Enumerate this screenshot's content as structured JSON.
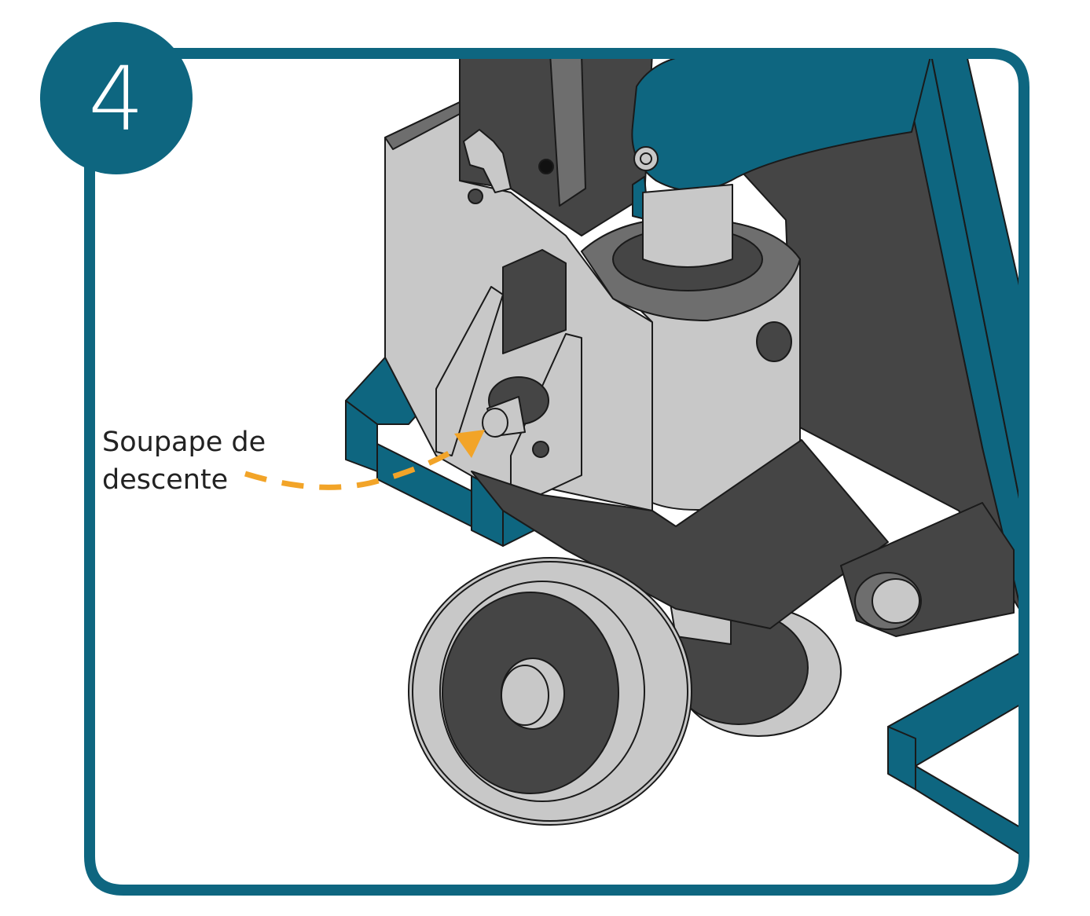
{
  "step": {
    "number": "4"
  },
  "callout": {
    "line1": "Soupape de",
    "line2": "descente"
  },
  "colors": {
    "frame": "#0e6680",
    "arrow": "#f2a428",
    "dark_metal": "#454545",
    "mid_metal": "#6e6e6e",
    "light_metal": "#c8c8c8",
    "text": "#222222"
  },
  "icons": {
    "arrow": "dashed-curved-arrow-icon"
  }
}
